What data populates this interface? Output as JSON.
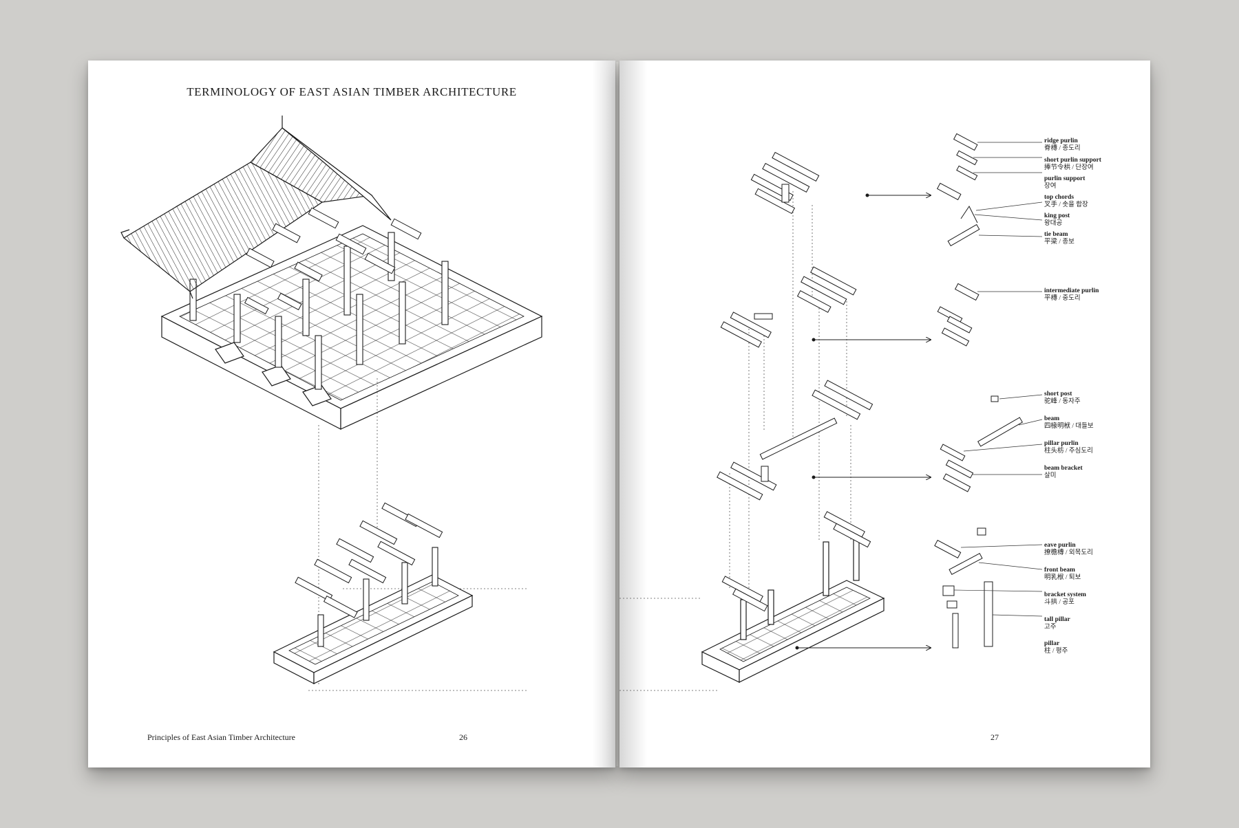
{
  "left_page": {
    "title": "TERMINOLOGY OF EAST ASIAN TIMBER ARCHITECTURE",
    "running_footer": "Principles of East Asian Timber Architecture",
    "page_number": "26"
  },
  "right_page": {
    "page_number": "27",
    "labels": [
      {
        "en": "ridge purlin",
        "tr": "脊槫 / 종도리"
      },
      {
        "en": "short purlin support",
        "tr": "捧节令栱 / 단장여"
      },
      {
        "en": "purlin support",
        "tr": "장여"
      },
      {
        "en": "top chords",
        "tr": "叉手 / 솟을 합장"
      },
      {
        "en": "king post",
        "tr": "왕대공"
      },
      {
        "en": "tie beam",
        "tr": "平梁 / 종보"
      },
      {
        "en": "intermediate purlin",
        "tr": "平槫 / 중도리"
      },
      {
        "en": "short post",
        "tr": "驼峰 / 동자주"
      },
      {
        "en": "beam",
        "tr": "四椽明栿 / 대들보"
      },
      {
        "en": "pillar purlin",
        "tr": "柱头枋 / 주심도리"
      },
      {
        "en": "beam bracket",
        "tr": "살미"
      },
      {
        "en": "eave purlin",
        "tr": "撩檐槫 / 외목도리"
      },
      {
        "en": "front beam",
        "tr": "明乳栿 / 퇴보"
      },
      {
        "en": "bracket system",
        "tr": "斗拱 / 공포"
      },
      {
        "en": "tall pillar",
        "tr": "고주"
      },
      {
        "en": "pillar",
        "tr": "柱 / 평주"
      }
    ]
  }
}
